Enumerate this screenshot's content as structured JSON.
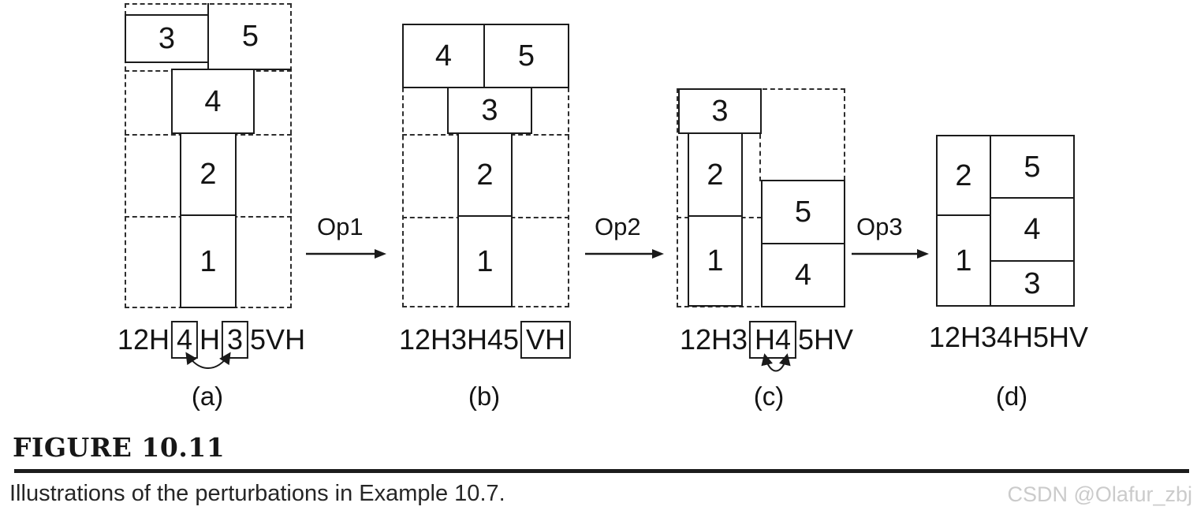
{
  "panels": {
    "a": {
      "label": "(a)",
      "blocks": {
        "b1": "1",
        "b2": "2",
        "b3": "3",
        "b4": "4",
        "b5": "5"
      },
      "expr": {
        "p1": "12H",
        "p2": "4",
        "p3": "H",
        "p4": "3",
        "p5": "5VH"
      }
    },
    "b": {
      "label": "(b)",
      "blocks": {
        "b1": "1",
        "b2": "2",
        "b3": "3",
        "b4": "4",
        "b5": "5"
      },
      "expr": {
        "p1": "12H3H45",
        "p2": "VH"
      }
    },
    "c": {
      "label": "(c)",
      "blocks": {
        "b1": "1",
        "b2": "2",
        "b3": "3",
        "b4": "4",
        "b5": "5"
      },
      "expr": {
        "p1": "12H3",
        "p2": "H4",
        "p3": "5HV"
      }
    },
    "d": {
      "label": "(d)",
      "blocks": {
        "b1": "1",
        "b2": "2",
        "b3": "3",
        "b4": "4",
        "b5": "5"
      },
      "expr": {
        "p1": "12H34H5HV"
      }
    }
  },
  "ops": {
    "op1": "Op1",
    "op2": "Op2",
    "op3": "Op3"
  },
  "footer": {
    "title": "FIGURE 10.11",
    "caption": "Illustrations of the perturbations in Example 10.7."
  },
  "watermark": "CSDN @Olafur_zbj",
  "colors": {
    "line": "#1b1b1b",
    "dash": "#2e2e2e",
    "watermark": "#cbcbcb"
  }
}
